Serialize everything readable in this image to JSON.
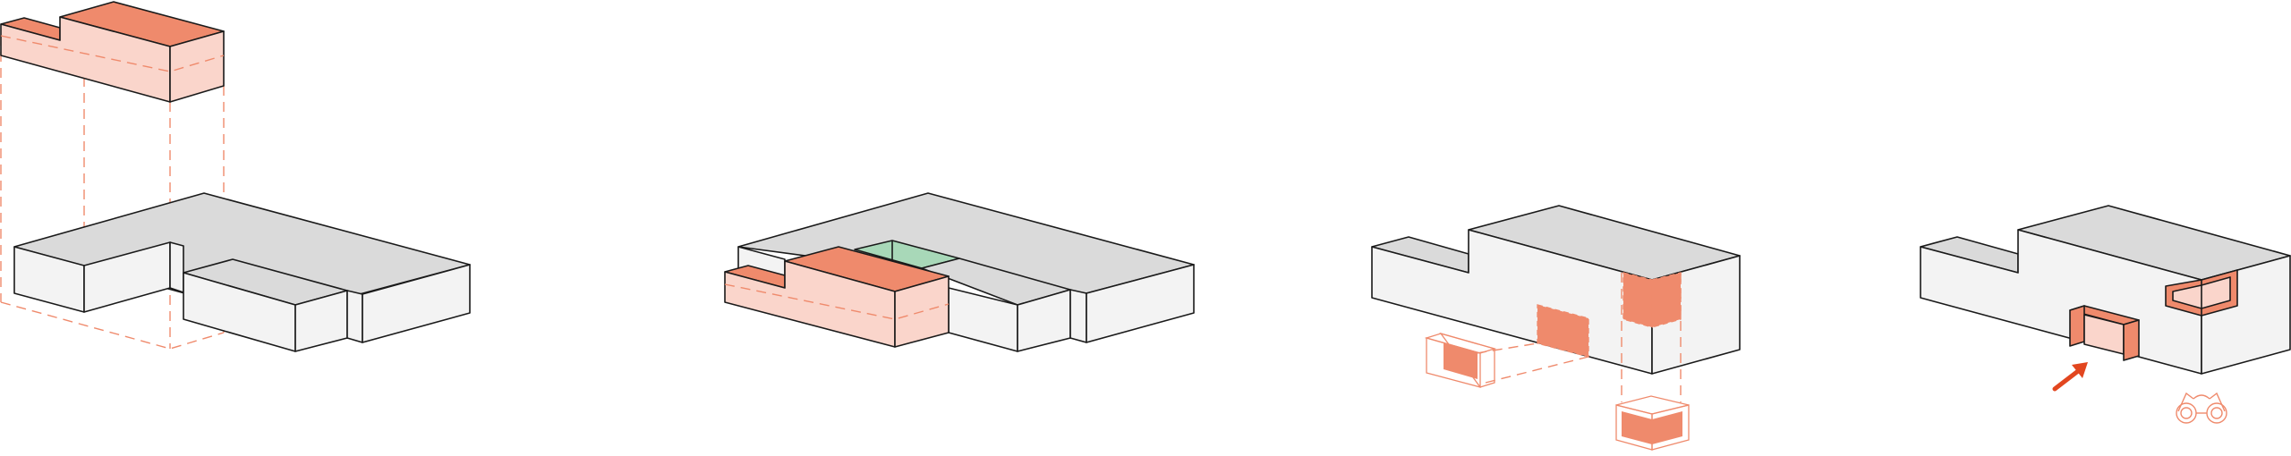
{
  "colors": {
    "roof": "#dadada",
    "wall": "#f3f3f3",
    "accent_face": "#ef8a6c",
    "accent_light": "#fad5cb",
    "accent_line": "#ef8a6c",
    "courtyard": "#a8d8b8",
    "arrow": "#e2461f",
    "outline": "#1a1a1a"
  },
  "panels": [
    {
      "id": "volume-extraction"
    },
    {
      "id": "volume-placement"
    },
    {
      "id": "openings-projection"
    },
    {
      "id": "views-and-entry"
    }
  ],
  "icons": {
    "entry": "arrow-icon",
    "view": "binoculars-icon"
  }
}
